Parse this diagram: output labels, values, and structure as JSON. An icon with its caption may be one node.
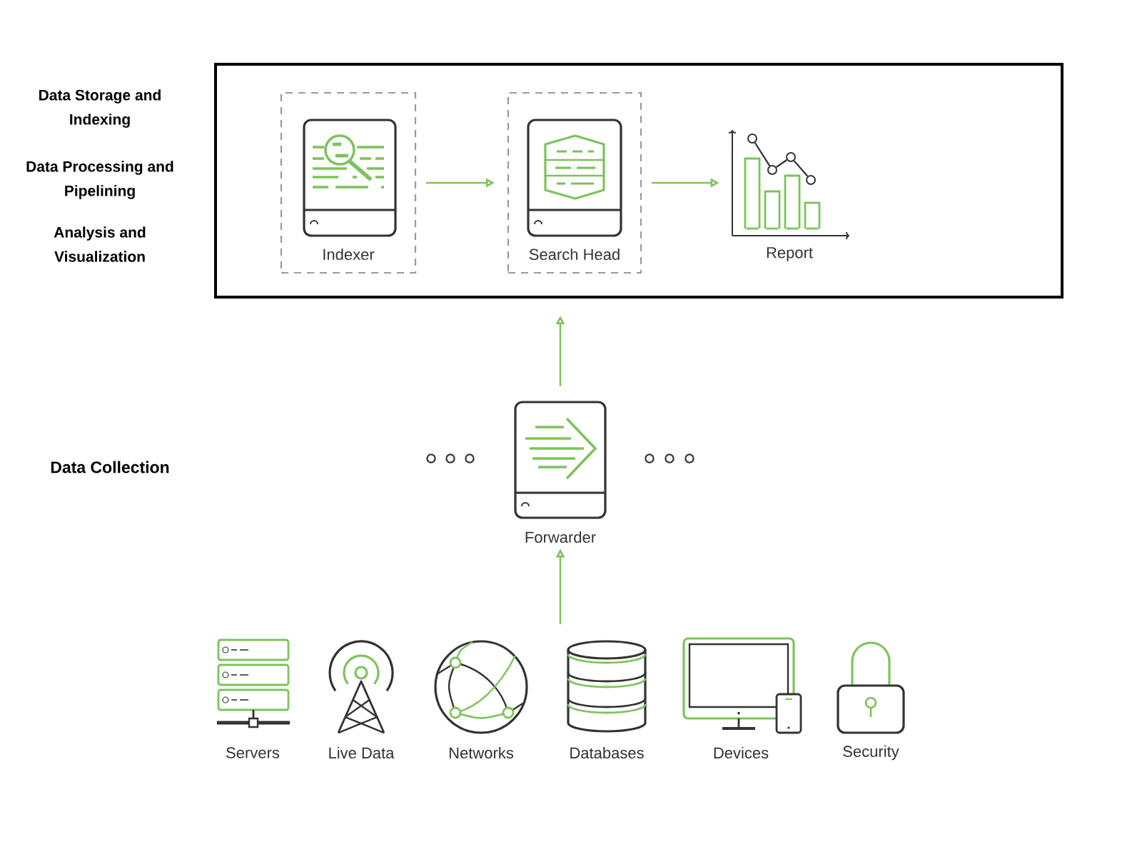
{
  "diagram": {
    "nodes": [
      {
        "text": [],
        "shape": "box"
      },
      {
        "text": [
          "Indexer"
        ],
        "in": 0
      },
      {
        "text": [
          "Search Head"
        ],
        "in": 0
      },
      {
        "text": [
          "Report"
        ],
        "in": 0
      },
      {
        "text": [
          "Forwarder"
        ]
      },
      {
        "text": [
          "Servers"
        ]
      },
      {
        "text": [
          "Live Data"
        ]
      },
      {
        "text": [
          "Networks"
        ]
      },
      {
        "text": [
          "Databases"
        ]
      },
      {
        "text": [
          "Devices"
        ]
      },
      {
        "text": [
          "Security"
        ]
      }
    ],
    "edges": [
      {
        "from": 1,
        "to": 2,
        "arrow": "to"
      },
      {
        "from": 2,
        "to": 3,
        "arrow": "to"
      },
      {
        "from": 4,
        "to": 0,
        "arrow": "to"
      },
      {
        "from": null,
        "to": 4,
        "arrow": "to"
      }
    ],
    "labels": [
      "Data Storage and Indexing",
      "Data Processing and Pipelining",
      "Analysis and Visualization",
      "Data Collection"
    ]
  }
}
